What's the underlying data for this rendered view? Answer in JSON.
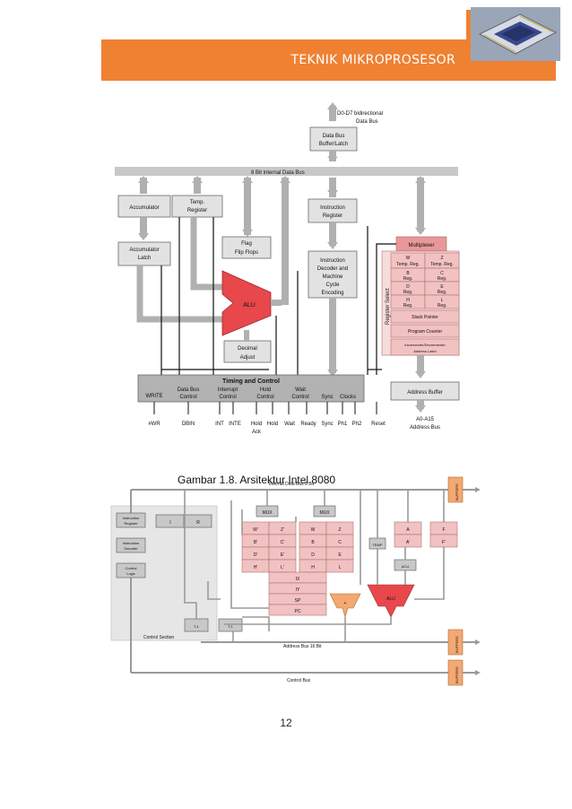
{
  "header": {
    "title": "TEKNIK MIKROPROSESOR"
  },
  "colors": {
    "accent": "#EF8133",
    "alu": "#E8474C",
    "register_pink": "#F2C2C2",
    "bus_gray": "#C8C8C8",
    "alu_orange": "#F4A872"
  },
  "figure1": {
    "data_bus_note_1": "D0-D7 bidirectional",
    "data_bus_note_2": "Data Bus",
    "buffer_1": "Data Bus",
    "buffer_2": "Buffer/Latch",
    "internal_bus": "8 Bit internal Data Bus",
    "accumulator": "Accumulator",
    "temp_1": "Temp.",
    "temp_2": "Register",
    "acc_latch_1": "Accumulator",
    "acc_latch_2": "Latch",
    "flag_1": "Flag",
    "flag_2": "Flip Flops",
    "alu": "ALU",
    "decimal_1": "Decimal",
    "decimal_2": "Adjust",
    "ir_1": "Instruction",
    "ir_2": "Register",
    "decoder": [
      "Instruction",
      "Decoder and",
      "Machine",
      "Cycle",
      "Encoding"
    ],
    "multiplexer": "Multiplexer",
    "register_select": "Register Select",
    "reg_w": "W",
    "reg_w_sub": "Temp. Reg.",
    "reg_z": "Z",
    "reg_z_sub": "Temp. Reg.",
    "reg_b": "B",
    "reg_c": "C",
    "reg_d": "D",
    "reg_e": "E",
    "reg_h": "H",
    "reg_l": "L",
    "reg_suffix": "Reg.",
    "stack_pointer": "Stack Pointer",
    "program_counter": "Program Counter",
    "inc_dec_1": "Incrementer/Decrementer",
    "inc_dec_2": "Address Latch",
    "address_buffer": "Address Buffer",
    "addr_bus_1": "A0-A15",
    "addr_bus_2": "Address Bus",
    "timing_title": "Timing and Control",
    "timing_write": "WRITE",
    "timing_dbc_1": "Data Bus",
    "timing_dbc_2": "Control",
    "timing_int_1": "Interrupt",
    "timing_int_2": "Control",
    "timing_hold_1": "Hold",
    "timing_hold_2": "Control",
    "timing_wait_1": "Wait",
    "timing_wait_2": "Control",
    "timing_sync": "Sync",
    "timing_clocks": "Clocks",
    "sig_wr": "#WR",
    "sig_dbin": "DBIN",
    "sig_int": "INT",
    "sig_inte": "INTE",
    "sig_hold_1": "Hold",
    "sig_hold_2": "Ack",
    "sig_hold": "Hold",
    "sig_wait": "Wait",
    "sig_ready": "Ready",
    "sig_sync": "Sync",
    "sig_ph1": "Ph1",
    "sig_ph2": "Ph2",
    "sig_reset": "Reset"
  },
  "caption": "Gambar 1.8. Arsitektur Intel 8080",
  "figure2": {
    "internal_bus": "Internal Data Bus 8 Bit",
    "buffers": "BUFFERS",
    "mux": "MUX",
    "instr_reg_1": "Instruction",
    "instr_reg_2": "Register",
    "instr_dec_1": "Instruction",
    "instr_dec_2": "Decoder",
    "ctrl_logic_1": "Control",
    "ctrl_logic_2": "Logic",
    "i": "I",
    "r": "R",
    "reg_w2": "W'",
    "reg_z2": "Z'",
    "reg_b2": "B'",
    "reg_c2": "C'",
    "reg_d2": "D'",
    "reg_e2": "E'",
    "reg_h2": "H'",
    "reg_l2": "L'",
    "reg_w": "W",
    "reg_z": "Z",
    "reg_b": "B",
    "reg_c": "C",
    "reg_d": "D",
    "reg_e": "E",
    "reg_h": "H",
    "reg_l": "L",
    "ix": "IX",
    "iy": "IY",
    "sp": "SP",
    "pc": "PC",
    "temp": "TEMP",
    "a": "A",
    "a2": "A'",
    "f": "F",
    "f2": "F'",
    "acu": "ACU",
    "alu": "ALU",
    "plus_one": "+",
    "t1a": "T-1",
    "t1b": "T-1",
    "control_section": "Control Section",
    "address_bus": "Address Bus 16 Bit",
    "control_bus": "Control Bus"
  },
  "page_number": "12"
}
